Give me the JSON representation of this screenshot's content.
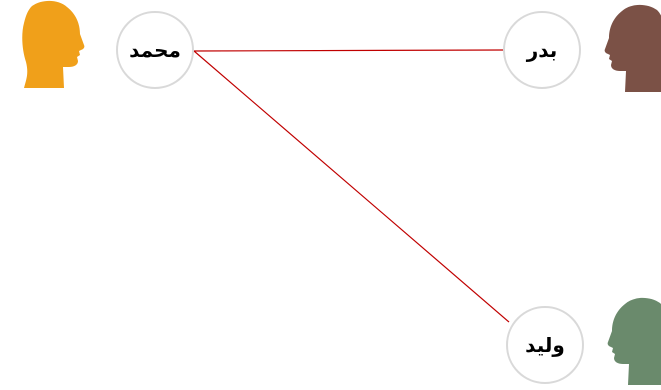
{
  "nodes": [
    {
      "id": "mohammed",
      "label": "محمد",
      "head_color": "#f0a01a",
      "facing": "right"
    },
    {
      "id": "badr",
      "label": "بدر",
      "head_color": "#7b5146",
      "facing": "left"
    },
    {
      "id": "waleed",
      "label": "وليد",
      "head_color": "#6a8a6c",
      "facing": "left"
    }
  ],
  "edges": [
    {
      "from": "mohammed",
      "to": "badr",
      "color": "#c00000"
    },
    {
      "from": "mohammed",
      "to": "waleed",
      "color": "#c00000"
    }
  ],
  "circle_stroke": "#d9d9d9"
}
